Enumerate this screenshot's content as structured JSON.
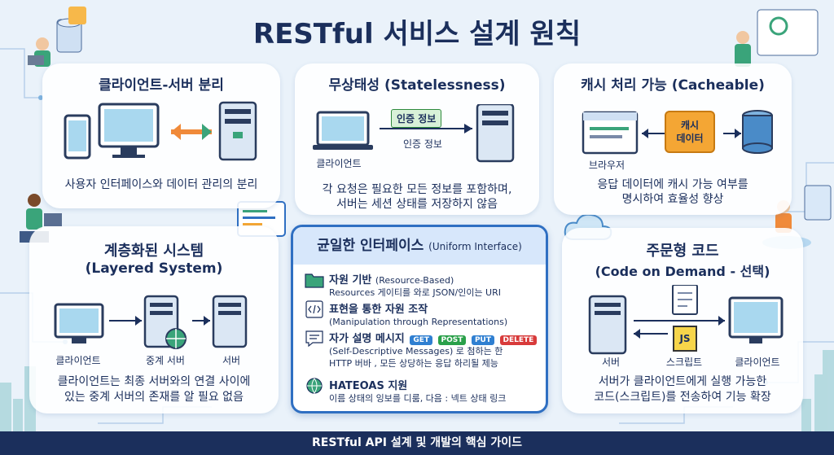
{
  "title": "RESTful 서비스 설계 원칙",
  "footer": "RESTful API 설계 및 개발의 핵심 가이드",
  "client_server": {
    "heading": "클라이언트-서버 분리",
    "desc": "사용자 인터페이스와 데이터 관리의 분리"
  },
  "stateless": {
    "heading": "무상태성 (Statelessness)",
    "tag": "인증 정보",
    "arrow_label": "인증 정보",
    "client_label": "클라이언트",
    "desc_line1": "각 요청은 필요한 모든 정보를 포함하며,",
    "desc_line2": "서버는 세션 상태를 저장하지 않음"
  },
  "cacheable": {
    "heading": "캐시 처리 가능 (Cacheable)",
    "cache_line1": "캐시",
    "cache_line2": "데이터",
    "browser_label": "브라우저",
    "desc_line1": "응답 데이터에 캐시 가능 여부를",
    "desc_line2": "명시하여 효율성 향상"
  },
  "layered": {
    "heading_line1": "계층화된 시스템",
    "heading_line2": "(Layered System)",
    "client_label": "클라이언트",
    "proxy_label": "중계 서버",
    "server_label": "서버",
    "desc_line1": "클라이언트는 최종 서버와의 연결 사이에",
    "desc_line2": "있는 중계 서버의 존재를 알 필요 없음"
  },
  "uniform": {
    "heading": "균일한 인터페이스",
    "heading_en": "(Uniform Interface)",
    "items": [
      {
        "title": "자원 기반",
        "sub": "(Resource-Based)",
        "line1": "Resources 게이티를 와로 JSON/인이는 URI",
        "line2": ""
      },
      {
        "title": "표현을 통한 자원 조작",
        "sub": "",
        "line1": "(Manipulation through Representations)",
        "line2": ""
      },
      {
        "title": "자가 설명 메시지",
        "sub": "",
        "line1": "(Self-Descriptive Messages) 로 첨하는 한",
        "line2": "HTTP 버바 , 모든 상당하는 응답 하리될 제능"
      },
      {
        "title": "HATEOAS 지원",
        "sub": "",
        "line1": "이름 상태의 잉보를 디룸, 다음 : 넥트 상태 링크",
        "line2": ""
      }
    ],
    "methods": [
      {
        "label": "GET",
        "color": "#2f7fd1"
      },
      {
        "label": "POST",
        "color": "#2aa04a"
      },
      {
        "label": "PUT",
        "color": "#2f7fd1"
      },
      {
        "label": "DELETE",
        "color": "#d83b3b"
      }
    ]
  },
  "code_on_demand": {
    "heading_line1": "주문형 코드",
    "heading_line2": "(Code on Demand - 선택)",
    "server_label": "서버",
    "script_label": "스크립트",
    "client_label": "클라이언트",
    "js_label": "JS",
    "desc_line1": "서버가 클라이언트에게 실행 가능한",
    "desc_line2": "코드(스크립트)를 전송하여 기능 확장"
  },
  "colors": {
    "navy": "#1b2f5c",
    "accent_blue": "#2f6fc2",
    "cache_orange": "#f4a634",
    "js_yellow": "#f7d54a"
  }
}
